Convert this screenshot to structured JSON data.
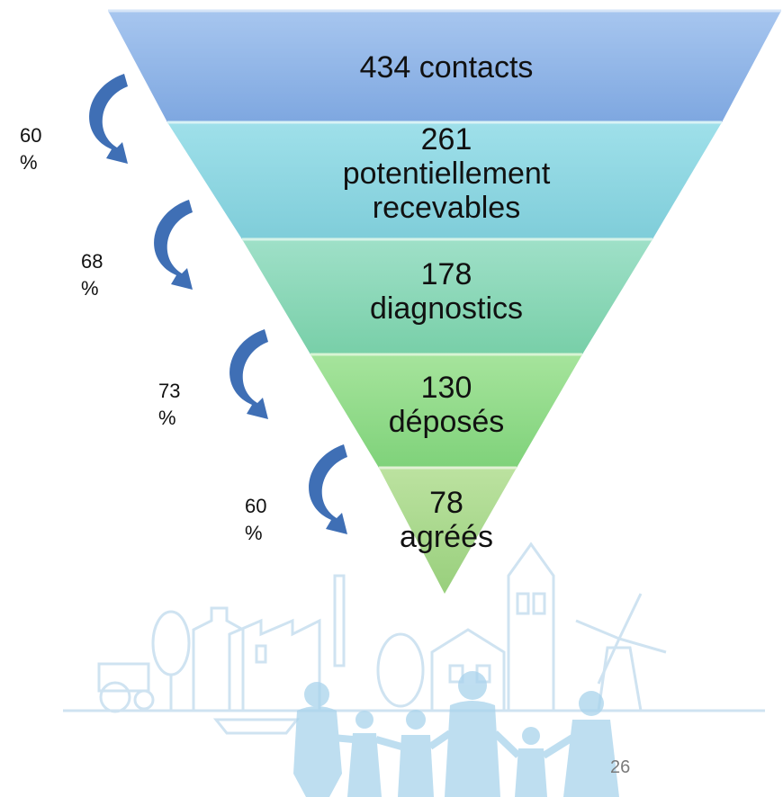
{
  "funnel": {
    "stages": [
      {
        "line1": "434 contacts",
        "line2": "",
        "line3": "",
        "value": 434,
        "color": "#8db3e6"
      },
      {
        "line1": "261",
        "line2": "potentiellement",
        "line3": "recevables",
        "value": 261,
        "color": "#8cd6e0"
      },
      {
        "line1": "178",
        "line2": "diagnostics",
        "line3": "",
        "value": 178,
        "color": "#86d6b8"
      },
      {
        "line1": "130",
        "line2": "déposés",
        "line3": "",
        "value": 130,
        "color": "#8fdc8a"
      },
      {
        "line1": "78",
        "line2": "agréés",
        "line3": "",
        "value": 78,
        "color": "#a9d98a"
      }
    ],
    "conversions": [
      {
        "line1": "60",
        "line2": "%"
      },
      {
        "line1": "68",
        "line2": "%"
      },
      {
        "line1": "73",
        "line2": "%"
      },
      {
        "line1": "60",
        "line2": "%"
      }
    ],
    "arrow_color": "#3f6fb5"
  },
  "footer": {
    "page_number": "26",
    "illustration": "village-family-illustration"
  }
}
